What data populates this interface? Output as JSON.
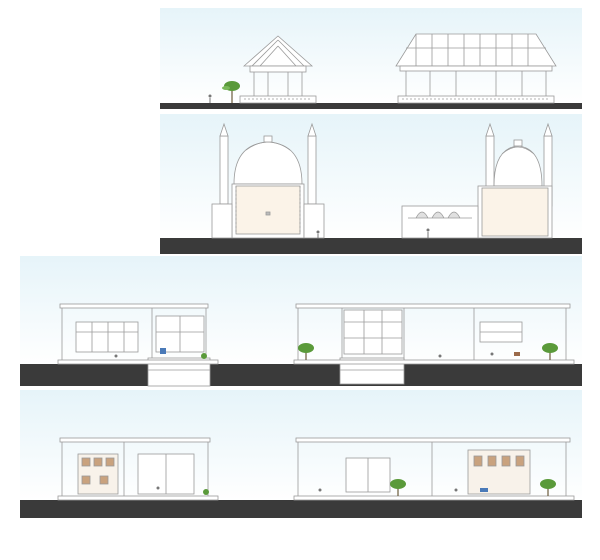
{
  "sheet": {
    "panels": [
      {
        "id": "panel-1",
        "content": "roof-house-sections"
      },
      {
        "id": "panel-2",
        "content": "domed-building-sections"
      },
      {
        "id": "panel-3",
        "content": "multi-level-sections"
      },
      {
        "id": "panel-4",
        "content": "single-level-sections"
      }
    ]
  },
  "colors": {
    "sky_top": "#e6f4f9",
    "sky_bottom": "#ffffff",
    "ground": "#3a3a3a",
    "line": "#9a9a9a",
    "tree": "#5a9a3a",
    "accent_blue": "#4a7ab8",
    "accent_brown": "#9a6a4a"
  }
}
